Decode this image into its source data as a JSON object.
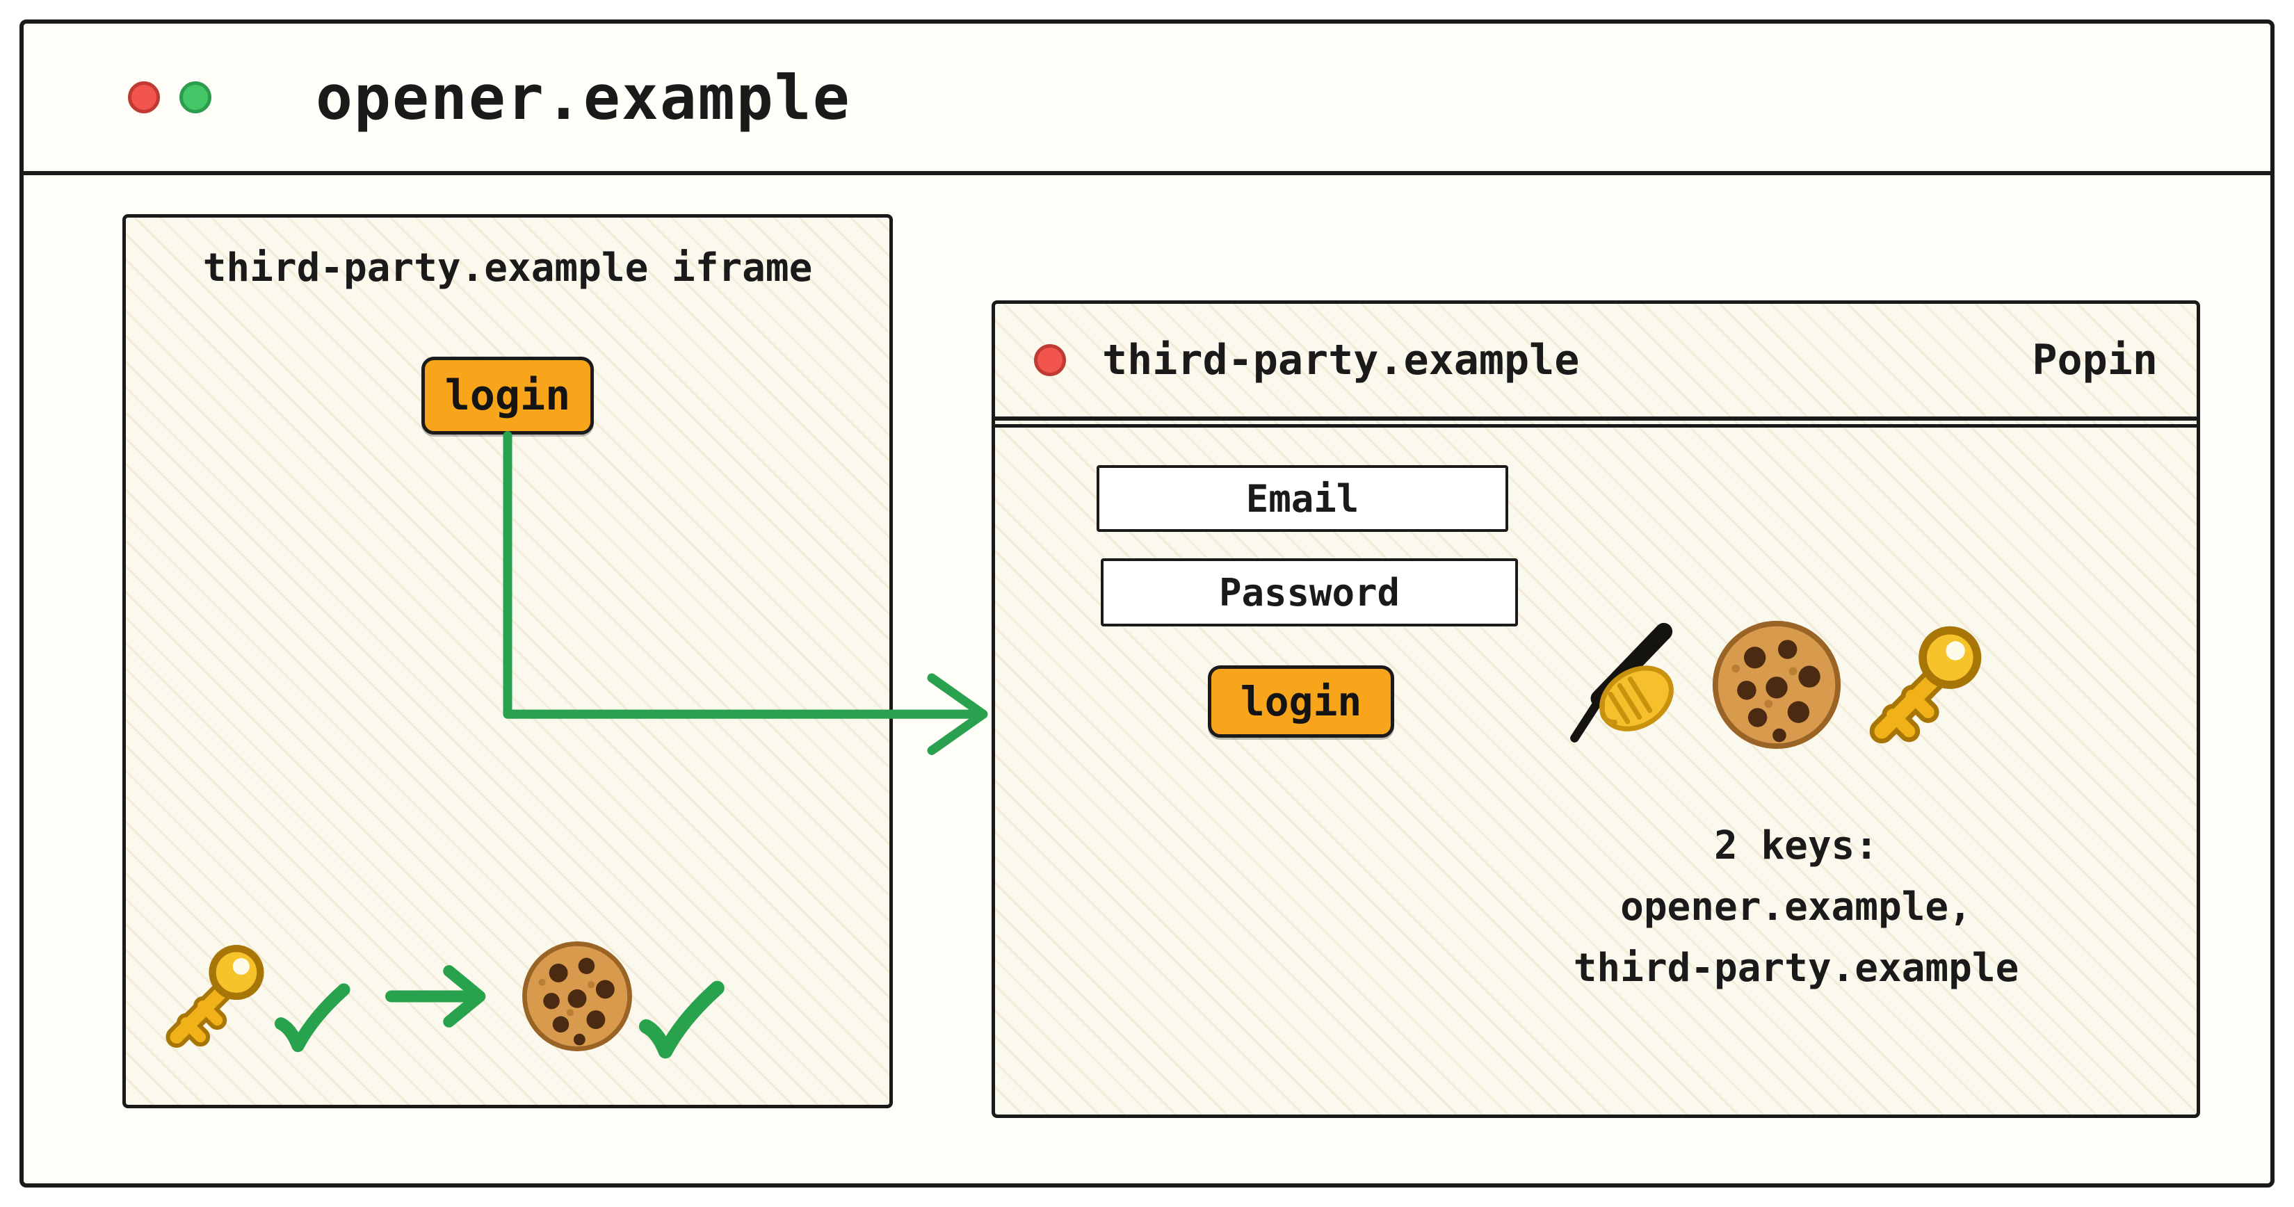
{
  "opener_window": {
    "title": "opener.example"
  },
  "iframe_panel": {
    "label": "third-party.example iframe",
    "login_button_label": "login",
    "flow_icons": [
      "key-icon",
      "checkmark-icon",
      "green-arrow-icon",
      "cookie-icon",
      "checkmark-icon"
    ]
  },
  "popin_window": {
    "title": "third-party.example",
    "window_type_label": "Popin",
    "email_field_label": "Email",
    "password_field_label": "Password",
    "login_button_label": "login",
    "icons": [
      "writing-hand-icon",
      "cookie-icon",
      "key-icon"
    ],
    "keys_caption": [
      "2 keys:",
      "opener.example,",
      "third-party.example"
    ]
  },
  "colors": {
    "ink": "#1a1a1a",
    "paper": "#fbf8ee",
    "accent_green": "#28a24c",
    "button_orange": "#f9a51b",
    "dot_red": "#f2554e",
    "dot_green": "#44c767",
    "key_gold": "#f6c32b",
    "cookie_brown": "#d89a4d"
  }
}
